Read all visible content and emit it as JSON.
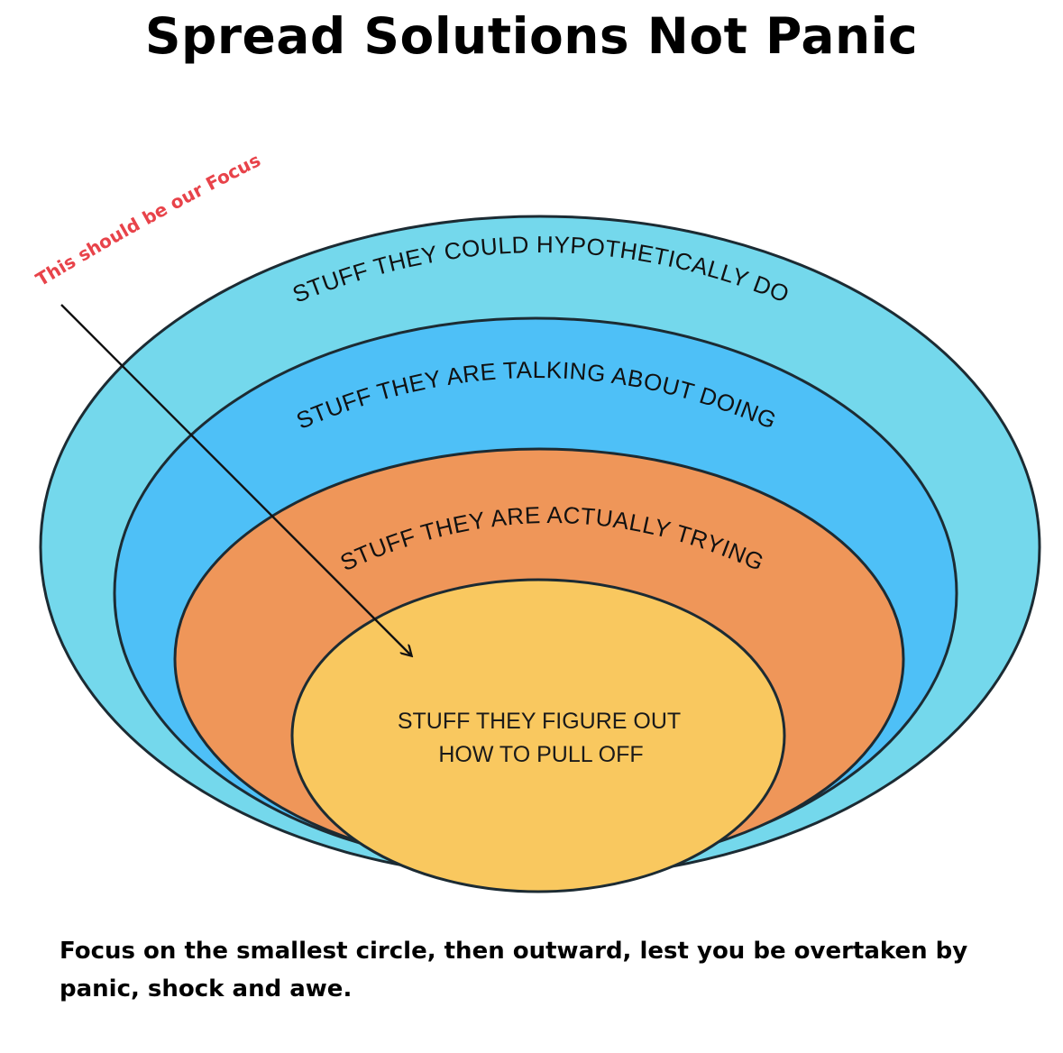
{
  "title": "Spread Solutions Not Panic",
  "annotation": {
    "text": "This should be our Focus",
    "color": "#e8434a"
  },
  "rings": [
    {
      "label": "STUFF THEY COULD HYPOTHETICALLY DO",
      "color": "#74d8ec"
    },
    {
      "label": "STUFF THEY ARE TALKING ABOUT DOING",
      "color": "#4ec0f7"
    },
    {
      "label": "STUFF THEY ARE ACTUALLY TRYING",
      "color": "#ef9659"
    },
    {
      "label_lines": [
        "STUFF THEY FIGURE OUT",
        "HOW TO PULL OFF"
      ],
      "color": "#f9c85f"
    }
  ],
  "caption": "Focus on the smallest circle, then outward, lest you be overtaken by panic, shock and awe."
}
